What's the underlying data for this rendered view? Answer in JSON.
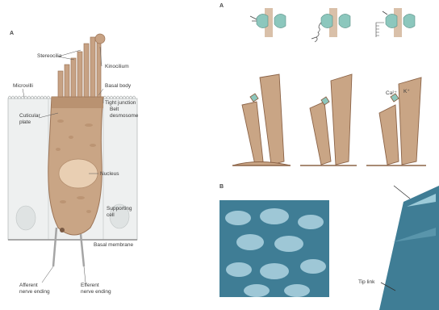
{
  "left_figure": {
    "panel_letter": "A",
    "labels": {
      "stereocilia": "Stereocilia",
      "kinocilium": "Kinocilium",
      "microvilli": "Microvilli",
      "basal_body": "Basal body",
      "tight_junction": "Tight junction",
      "belt_desmosome_1": "Belt",
      "belt_desmosome_2": "desmosome",
      "cuticular_plate_1": "Cuticular",
      "cuticular_plate_2": "plate",
      "nucleus": "Nucleus",
      "supporting_cell_1": "Supporting",
      "supporting_cell_2": "cell",
      "basal_membrane": "Basal membrane",
      "afferent_1": "Afferent",
      "afferent_2": "nerve ending",
      "efferent_1": "Efferent",
      "efferent_2": "nerve ending"
    }
  },
  "right_figure": {
    "panel_a_letter": "A",
    "panel_b_letter": "B",
    "ion_label_ca": "Ca²⁺",
    "ion_label_k": "K⁺",
    "tip_link_label": "Tip link"
  },
  "colors": {
    "hair_cell": "#c9a585",
    "hair_cell_dark": "#9c7456",
    "supporting": "#e9ecec",
    "stereocilium_fill": "#c7a284",
    "channel": "#8cc7bd",
    "micrograph": "#3f7d95"
  }
}
